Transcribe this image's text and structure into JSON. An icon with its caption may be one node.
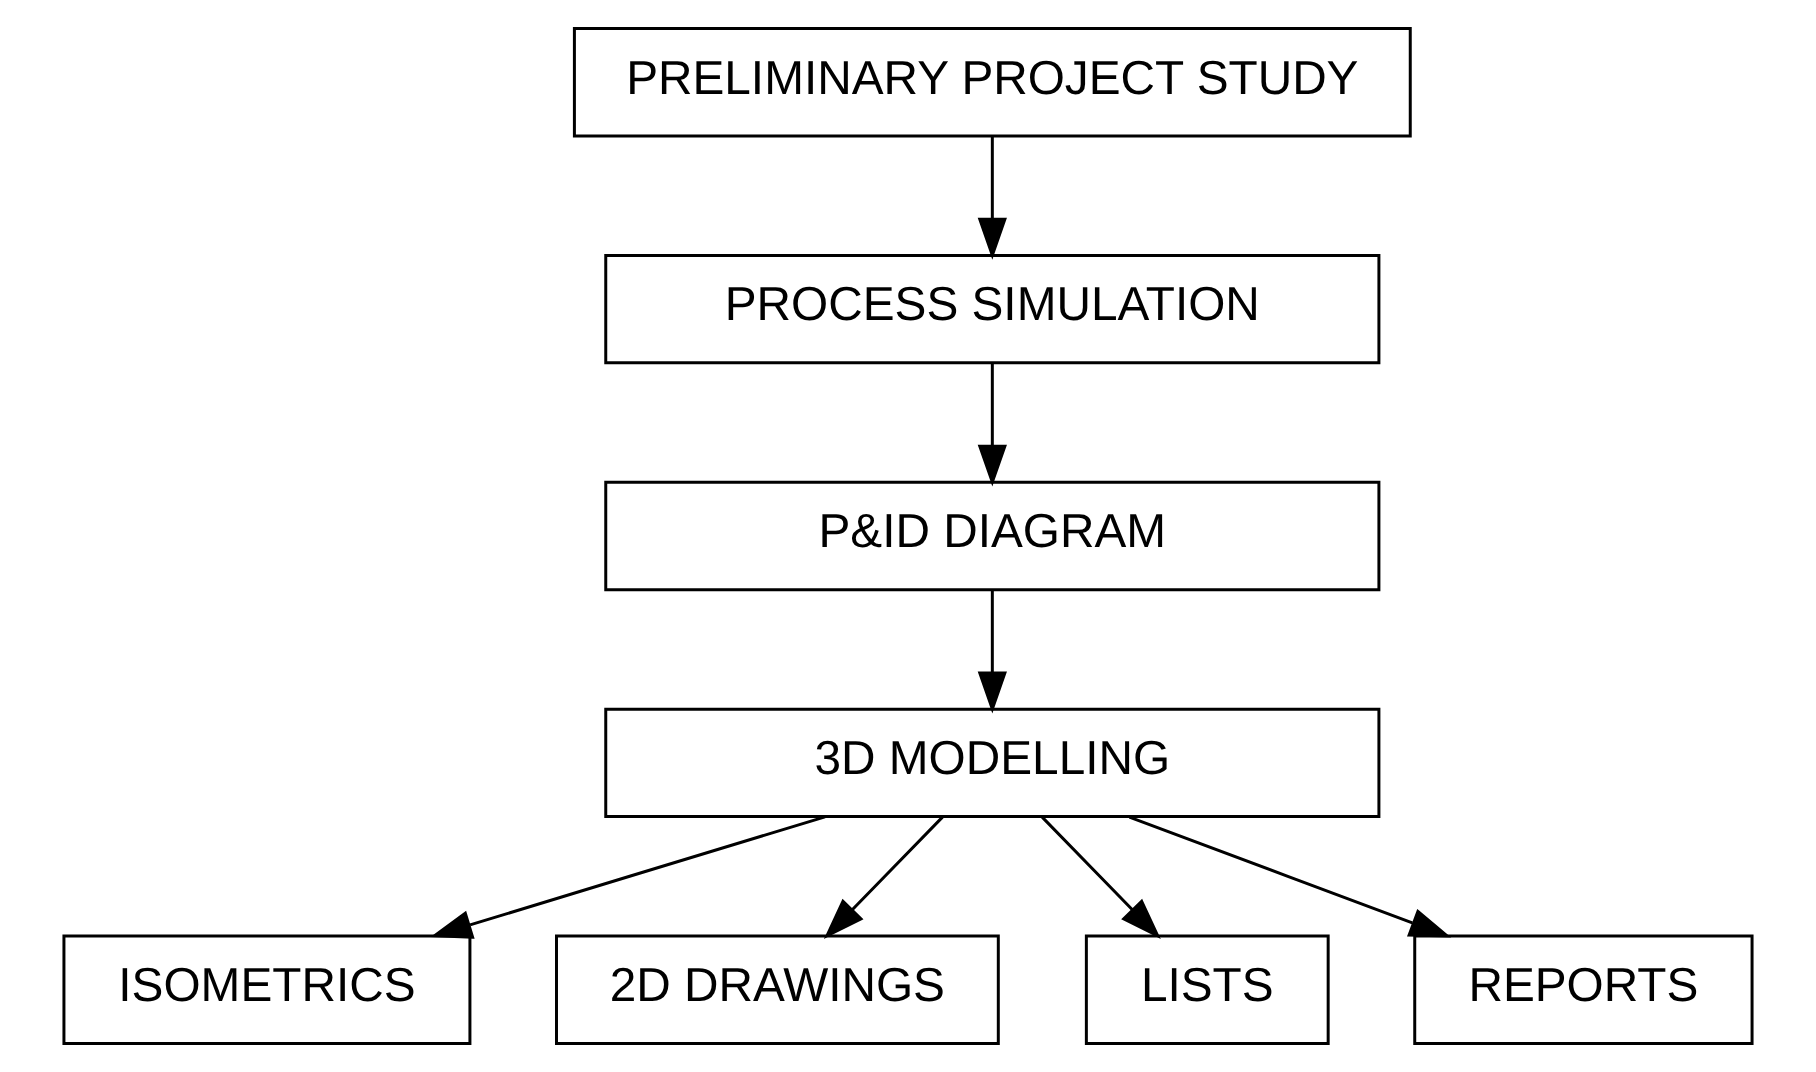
{
  "diagram": {
    "nodes": [
      {
        "text": [
          "PRELIMINARY PROJECT STUDY"
        ]
      },
      {
        "text": [
          "PROCESS SIMULATION"
        ]
      },
      {
        "text": [
          "P&ID DIAGRAM"
        ]
      },
      {
        "text": [
          "3D MODELLING"
        ]
      },
      {
        "text": [
          "ISOMETRICS"
        ]
      },
      {
        "text": [
          "2D DRAWINGS"
        ]
      },
      {
        "text": [
          "LISTS"
        ]
      },
      {
        "text": [
          "REPORTS"
        ]
      }
    ],
    "edges": [
      {
        "from": 0,
        "to": 1,
        "arrow": "to"
      },
      {
        "from": 1,
        "to": 2,
        "arrow": "to"
      },
      {
        "from": 2,
        "to": 3,
        "arrow": "to"
      },
      {
        "from": 3,
        "to": 4,
        "arrow": "to"
      },
      {
        "from": 3,
        "to": 5,
        "arrow": "to"
      },
      {
        "from": 3,
        "to": 6,
        "arrow": "to"
      },
      {
        "from": 3,
        "to": 7,
        "arrow": "to"
      }
    ]
  }
}
